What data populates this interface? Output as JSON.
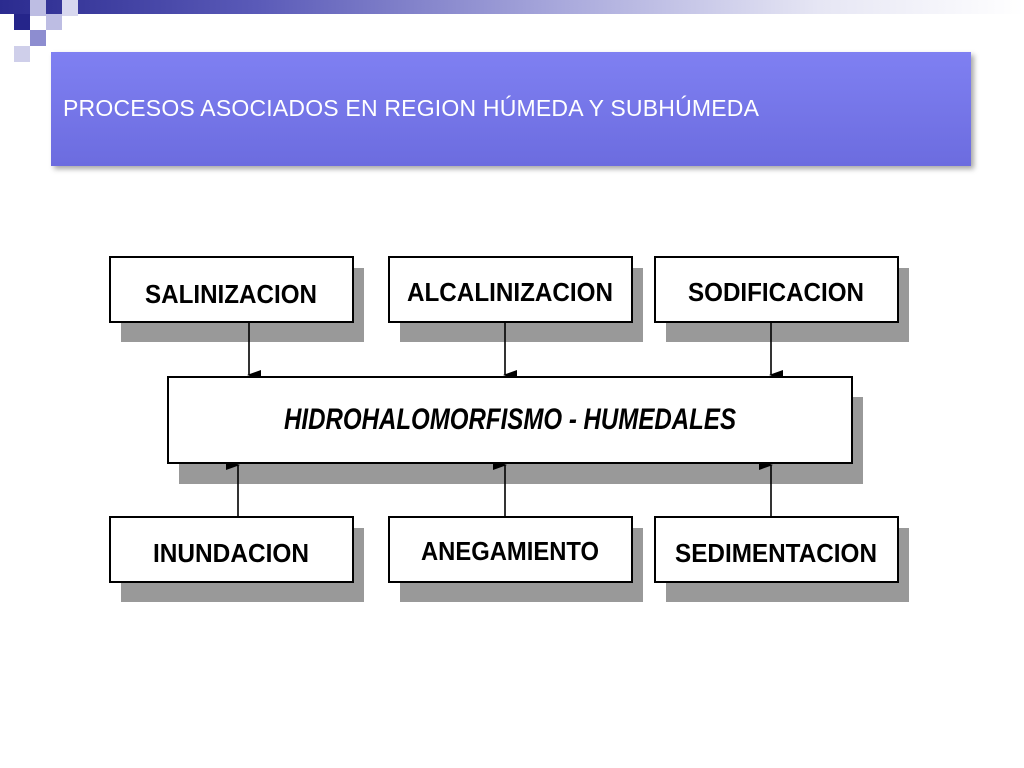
{
  "slide": {
    "title": "PROCESOS ASOCIADOS EN REGION HÚMEDA Y SUBHÚMEDA",
    "accent_color": "#6e6ee6",
    "decor_color": "#2b2b8f"
  },
  "diagram": {
    "top_nodes": [
      "SALINIZACION",
      "ALCALINIZACION",
      "SODIFICACION"
    ],
    "center_node": "HIDROHALOMORFISMO - HUMEDALES",
    "bottom_nodes": [
      "INUNDACION",
      "ANEGAMIENTO",
      "SEDIMENTACION"
    ]
  }
}
